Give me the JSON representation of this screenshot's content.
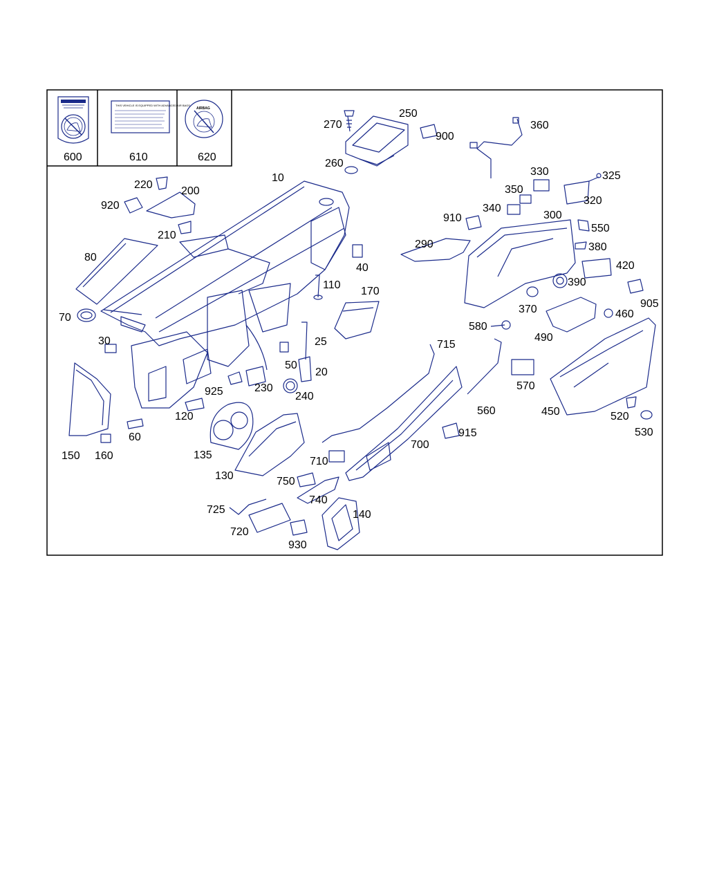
{
  "colors": {
    "line": "#1a2a8a",
    "frame": "#000000",
    "label": "#000000",
    "callout_fill": "#ffffff"
  },
  "inset_labels": {
    "label_600": "600",
    "label_610": "610",
    "label_620": "620",
    "sticker_610_head": "THIS VEHICLE IS EQUIPPED WITH ADVANCED AIR BAGS",
    "sticker_620_head": "AIRBAG"
  },
  "parts": {
    "p10": "10",
    "p20": "20",
    "p25": "25",
    "p30": "30",
    "p40": "40",
    "p50": "50",
    "p60": "60",
    "p70": "70",
    "p80": "80",
    "p110": "110",
    "p120": "120",
    "p130": "130",
    "p135": "135",
    "p140": "140",
    "p150": "150",
    "p160": "160",
    "p170": "170",
    "p200": "200",
    "p210": "210",
    "p220": "220",
    "p230": "230",
    "p240": "240",
    "p250": "250",
    "p260": "260",
    "p270": "270",
    "p290": "290",
    "p300": "300",
    "p320": "320",
    "p325": "325",
    "p330": "330",
    "p340": "340",
    "p350": "350",
    "p360": "360",
    "p370": "370",
    "p380": "380",
    "p390": "390",
    "p420": "420",
    "p450": "450",
    "p460": "460",
    "p490": "490",
    "p520": "520",
    "p530": "530",
    "p550": "550",
    "p560": "560",
    "p570": "570",
    "p580": "580",
    "p700": "700",
    "p710": "710",
    "p715": "715",
    "p720": "720",
    "p725": "725",
    "p740": "740",
    "p750": "750",
    "p900": "900",
    "p905": "905",
    "p910": "910",
    "p915": "915",
    "p920": "920",
    "p925": "925",
    "p930": "930"
  }
}
